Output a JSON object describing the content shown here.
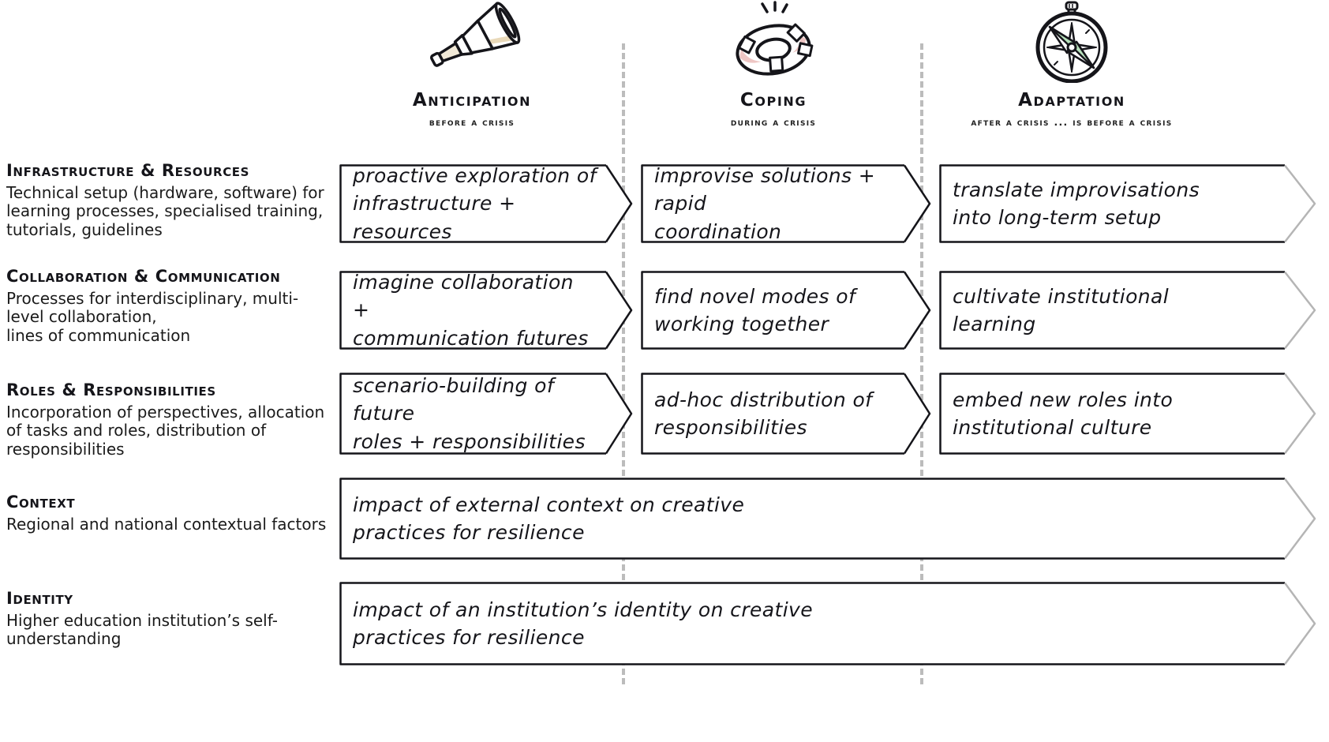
{
  "colors": {
    "ink": "#15151a",
    "muted_tip": "#b5b5b5",
    "dotted_line": "#bcbcbc",
    "accent_beige": "#e9d9b9",
    "accent_pink": "#eec6c4",
    "accent_green": "#b7e0bb"
  },
  "columns": [
    {
      "title": "Anticipation",
      "subtitle": "before a crisis",
      "icon": "telescope-icon"
    },
    {
      "title": "Coping",
      "subtitle": "during a crisis",
      "icon": "lifebuoy-icon"
    },
    {
      "title": "Adaptation",
      "subtitle": "after a crisis ... is before a crisis",
      "icon": "compass-icon"
    }
  ],
  "rows": [
    {
      "title": "Infrastructure & Resources",
      "description": "Technical setup (hardware, software) for learning processes, specialised training, tutorials, guidelines",
      "cells": [
        "proactive exploration of\ninfrastructure + resources",
        "improvise solutions + rapid\ncoordination",
        "translate improvisations\ninto long-term setup"
      ]
    },
    {
      "title": "Collaboration & Communication",
      "description": "Processes for interdisciplinary, multi-level collaboration,\nlines of communication",
      "cells": [
        "imagine collaboration +\ncommunication futures",
        "find novel modes of\nworking together",
        "cultivate institutional\nlearning"
      ]
    },
    {
      "title": "Roles & Responsibilities",
      "description": "Incorporation of perspectives, allocation of tasks and roles, distribution of responsibilities",
      "cells": [
        "scenario-building of future\nroles + responsibilities",
        "ad-hoc distribution of\nresponsibilities",
        "embed new roles into\ninstitutional culture"
      ]
    }
  ],
  "full_rows": [
    {
      "title": "Context",
      "description": "Regional and national contextual factors",
      "cell": "impact of external context on creative\npractices for resilience"
    },
    {
      "title": "Identity",
      "description": "Higher education institution’s self-\nunderstanding",
      "cell": "impact of an institution’s identity on creative\npractices for resilience"
    }
  ]
}
